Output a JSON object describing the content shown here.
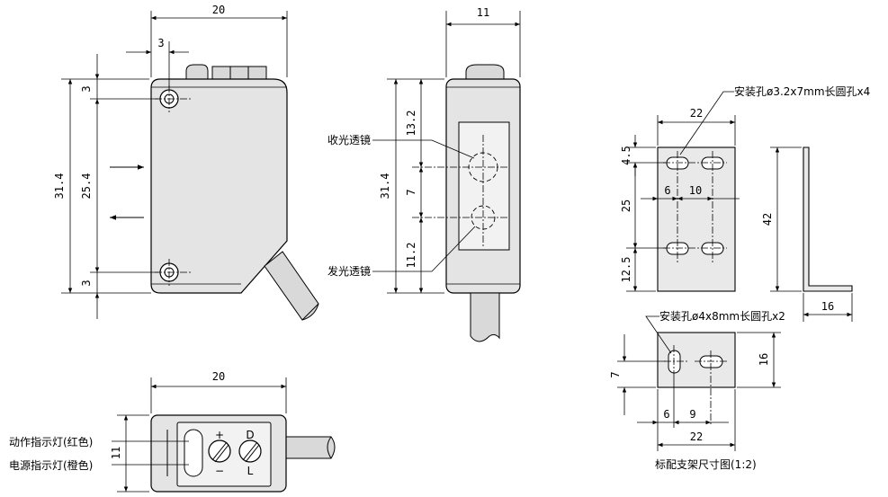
{
  "front_view": {
    "width": "20",
    "hole_offset": "3",
    "height": "31.4",
    "hole_pitch": "25.4",
    "top_margin": "3",
    "bottom_margin": "3"
  },
  "side_view": {
    "width": "11",
    "height": "31.4",
    "dim_top": "13.2",
    "dim_mid": "7",
    "dim_bot": "11.2",
    "receiver_label": "收光透镜",
    "emitter_label": "发光透镜"
  },
  "top_view": {
    "width": "20",
    "height": "11",
    "indicator_red_label": "动作指示灯(红色)",
    "indicator_orange_label": "电源指示灯(橙色)",
    "knob_plus": "+",
    "knob_minus": "−",
    "knob_d": "D",
    "knob_l": "L"
  },
  "bracket": {
    "slot_note_4": "安装孔ø3.2x7mm长圆孔x4",
    "slot_note_2": "安装孔ø4x8mm长圆孔x2",
    "top_width": "22",
    "dim_4_5": "4.5",
    "dim_6": "6",
    "dim_10": "10",
    "dim_25": "25",
    "dim_12_5": "12.5",
    "dim_42": "42",
    "dim_16_h": "16",
    "dim_16_v": "16",
    "dim_7": "7",
    "dim_6b": "6",
    "dim_9": "9",
    "dim_22b": "22",
    "caption": "标配支架尺寸图(1:2)"
  }
}
